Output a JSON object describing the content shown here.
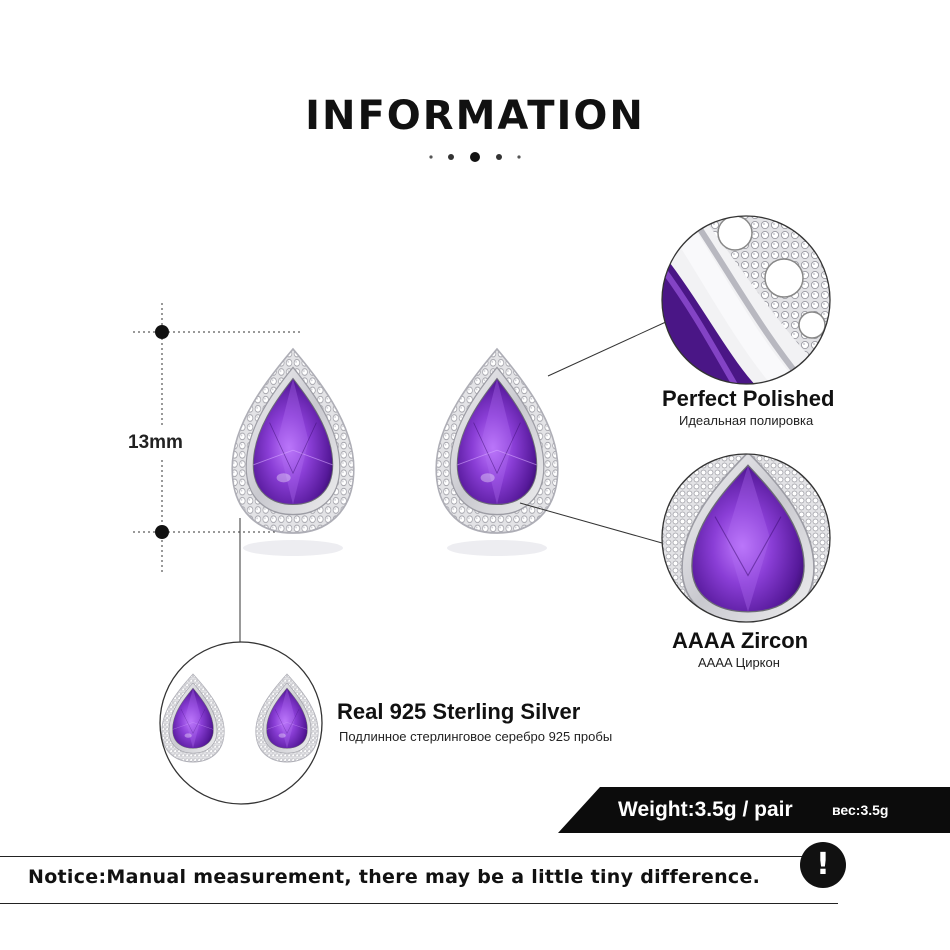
{
  "header": {
    "title": "INFORMATION"
  },
  "measurement": {
    "label": "13mm"
  },
  "features": [
    {
      "title": "Perfect  Polished",
      "subtitle": "Идеальная полировка"
    },
    {
      "title": "AAAA  Zircon",
      "subtitle": "AAAA Циркон"
    },
    {
      "title": "Real 925  Sterling  Silver",
      "subtitle": "Подлинное стерлинговое серебро 925 пробы"
    }
  ],
  "weight": {
    "text": "Weight:3.5g / pair",
    "ru_text": "вес:3.5g"
  },
  "notice": {
    "text": "Notice:Manual measurement, there may be a little tiny difference.",
    "icon": "exclamation-icon",
    "icon_glyph": "!"
  },
  "colors": {
    "gem_purple": "#7b2fbf",
    "gem_dark": "#3d0f6e",
    "silver": "#d8d8dc",
    "banner_bg": "#0c0c0c"
  }
}
